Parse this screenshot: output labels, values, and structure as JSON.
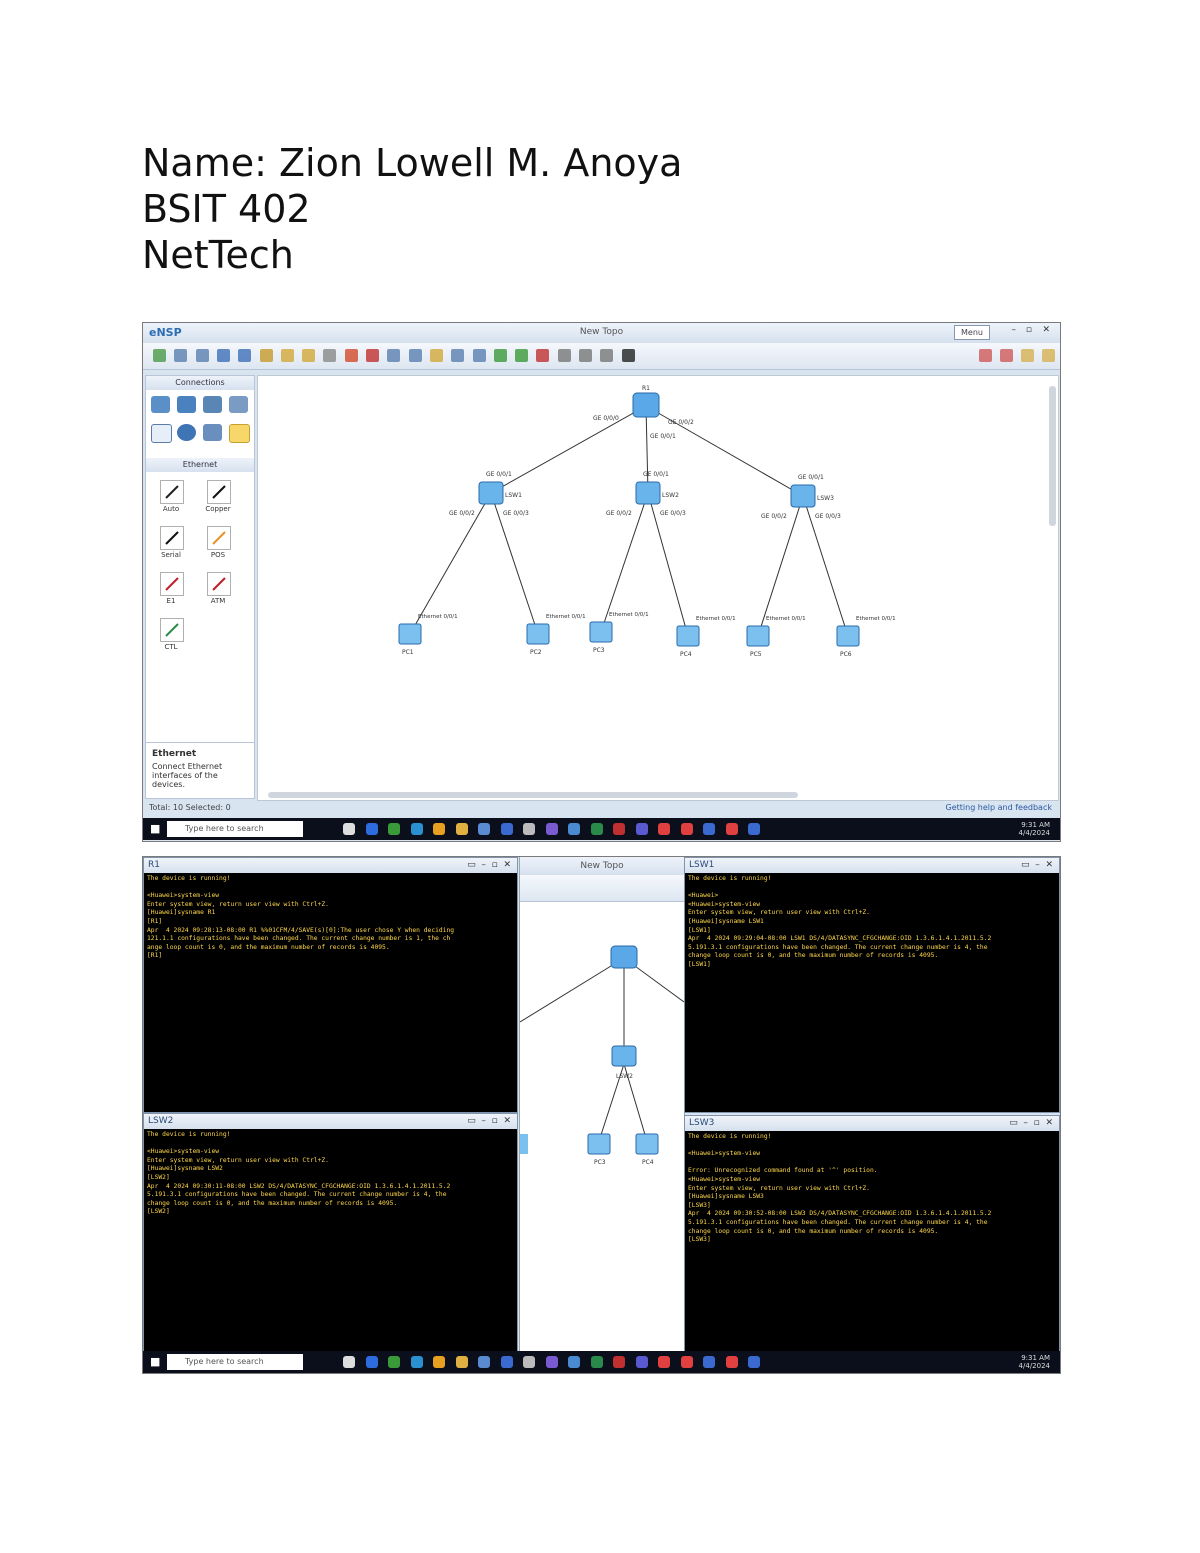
{
  "header": {
    "name_line": "Name: Zion Lowell M. Anoya",
    "section_line": "BSIT 402",
    "subject_line": "NetTech"
  },
  "ensp": {
    "app_name": "eNSP",
    "window_title": "New Topo",
    "menu_label": "Menu",
    "palette": {
      "connections_title": "Connections",
      "ethernet_title": "Ethernet",
      "cables": [
        "Auto",
        "Copper",
        "Serial",
        "POS",
        "E1",
        "ATM",
        "CTL"
      ],
      "description_title": "Ethernet",
      "description_text": "Connect Ethernet interfaces of the devices."
    },
    "topology": {
      "router": "R1",
      "switches": [
        "LSW1",
        "LSW2",
        "LSW3"
      ],
      "pcs": [
        "PC1",
        "PC2",
        "PC3",
        "PC4",
        "PC5",
        "PC6"
      ],
      "router_ports": [
        "GE 0/0/0",
        "GE 0/0/1",
        "GE 0/0/2"
      ],
      "switch_uplinks": [
        "GE 0/0/1",
        "GE 0/0/1",
        "GE 0/0/1"
      ],
      "switch_downlinks": [
        "GE 0/0/2",
        "GE 0/0/3",
        "GE 0/0/2",
        "GE 0/0/3",
        "GE 0/0/2",
        "GE 0/0/3"
      ],
      "pc_ports": [
        "Ethernet 0/0/1",
        "Ethernet 0/0/1",
        "Ethernet 0/0/1",
        "Ethernet 0/0/1",
        "Ethernet 0/0/1",
        "Ethernet 0/0/1"
      ]
    },
    "status_left": "Total: 10 Selected: 0",
    "status_right": "Getting help and feedback"
  },
  "taskbar": {
    "search_placeholder": "Type here to search",
    "time": "9:31 AM",
    "date": "4/4/2024"
  },
  "terminals": [
    {
      "title": "R1",
      "lines": [
        "The device is running!",
        "",
        "<Huawei>system-view",
        "Enter system view, return user view with Ctrl+Z.",
        "[Huawei]sysname R1",
        "[R1]",
        "Apr  4 2024 09:28:13-08:00 R1 %%01CFM/4/SAVE(s)[0]:The user chose Y when deciding",
        "121.1.1 configurations have been changed. The current change number is 1, the ch",
        "ange loop count is 0, and the maximum number of records is 4095.",
        "[R1]"
      ]
    },
    {
      "title": "LSW1",
      "lines": [
        "The device is running!",
        "",
        "<Huawei>",
        "<Huawei>system-view",
        "Enter system view, return user view with Ctrl+Z.",
        "[Huawei]sysname LSW1",
        "[LSW1]",
        "Apr  4 2024 09:29:04-08:00 LSW1 DS/4/DATASYNC_CFGCHANGE:OID 1.3.6.1.4.1.2011.5.2",
        "5.191.3.1 configurations have been changed. The current change number is 4, the",
        "change loop count is 0, and the maximum number of records is 4095.",
        "[LSW1]"
      ]
    },
    {
      "title": "LSW2",
      "lines": [
        "The device is running!",
        "",
        "<Huawei>system-view",
        "Enter system view, return user view with Ctrl+Z.",
        "[Huawei]sysname LSW2",
        "[LSW2]",
        "Apr  4 2024 09:30:11-08:00 LSW2 DS/4/DATASYNC_CFGCHANGE:OID 1.3.6.1.4.1.2011.5.2",
        "5.191.3.1 configurations have been changed. The current change number is 4, the",
        "change loop count is 0, and the maximum number of records is 4095.",
        "[LSW2]"
      ]
    },
    {
      "title": "LSW3",
      "lines": [
        "The device is running!",
        "",
        "<Huawei>system-view",
        "",
        "Error: Unrecognized command found at '^' position.",
        "<Huawei>system-view",
        "Enter system view, return user view with Ctrl+Z.",
        "[Huawei]sysname LSW3",
        "[LSW3]",
        "Apr  4 2024 09:30:52-08:00 LSW3 DS/4/DATASYNC_CFGCHANGE:OID 1.3.6.1.4.1.2011.5.2",
        "5.191.3.1 configurations have been changed. The current change number is 4, the",
        "change loop count is 0, and the maximum number of records is 4095.",
        "[LSW3]"
      ]
    }
  ],
  "mid_topology": {
    "switch": "LSW2",
    "pcs": [
      "PC3",
      "PC4"
    ]
  }
}
